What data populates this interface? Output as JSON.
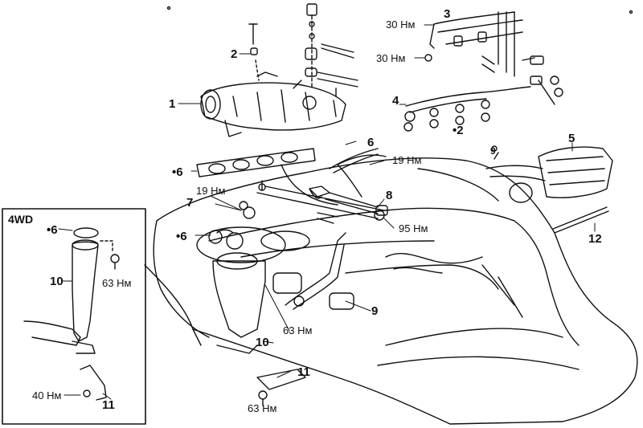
{
  "inset": {
    "title": "4WD",
    "labels": {
      "part_6": "•6",
      "part_10": "10",
      "torque_63": "63 Нм",
      "torque_40": "40 Нм",
      "part_11": "11"
    }
  },
  "labels": {
    "part_1": "1",
    "part_2_top": "2",
    "part_2_right": "•2",
    "part_3": "3",
    "part_4": "4",
    "part_5": "5",
    "part_6_top": "6",
    "part_6_left": "•6",
    "part_6_mid": "•6",
    "part_7": "7",
    "part_8": "8",
    "part_9_right": "9",
    "part_9_bottom": "9",
    "part_10": "10",
    "part_11": "11",
    "part_12": "12",
    "torque_30_top": "30 Нм",
    "torque_30_mid": "30 Нм",
    "torque_19_right": "19 Нм",
    "torque_19_left": "19 Нм",
    "torque_95": "95 Нм",
    "torque_63_mid": "63 Нм",
    "torque_63_bottom": "63 Нм"
  },
  "colors": {
    "ink": "#111111",
    "background": "#ffffff"
  }
}
